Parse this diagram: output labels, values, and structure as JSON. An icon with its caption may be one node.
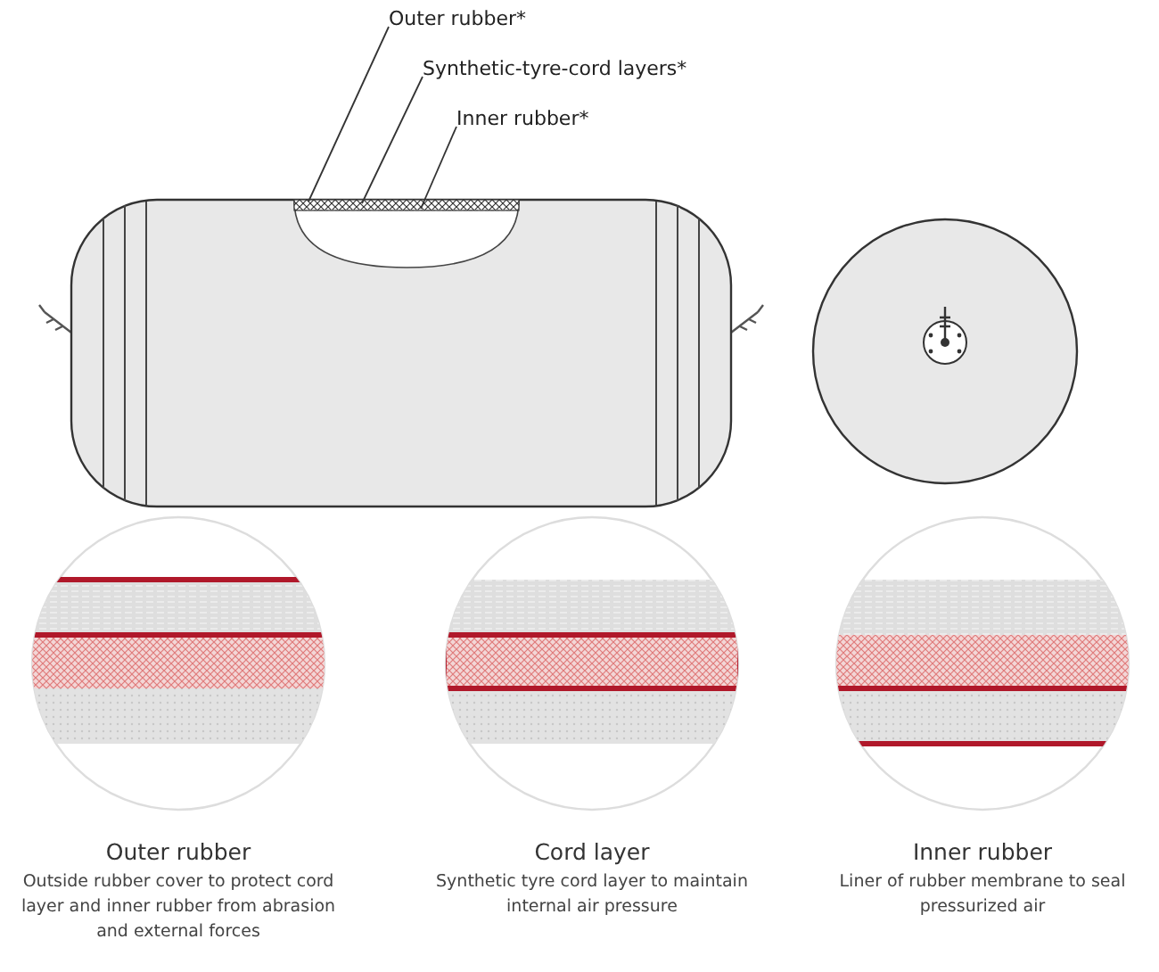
{
  "diagram": {
    "nodes": [
      {
        "text": [
          "Outer rubber*"
        ]
      },
      {
        "text": [
          "Synthetic-tyre-cord layers*"
        ]
      },
      {
        "text": [
          "Inner rubber*"
        ]
      },
      {
        "text": [
          "Outer rubber",
          "Outside rubber cover to protect cord layer and inner rubber from abrasion and external forces"
        ]
      },
      {
        "text": [
          "Cord layer",
          "Synthetic tyre cord layer to maintain internal air pressure"
        ]
      },
      {
        "text": [
          "Inner rubber",
          "Liner of rubber membrane to seal pressurized air"
        ]
      }
    ],
    "edges": [
      {
        "from": 0,
        "to": null,
        "arrow": "none"
      },
      {
        "from": 1,
        "to": null,
        "arrow": "none"
      },
      {
        "from": 2,
        "to": null,
        "arrow": "none"
      }
    ]
  }
}
